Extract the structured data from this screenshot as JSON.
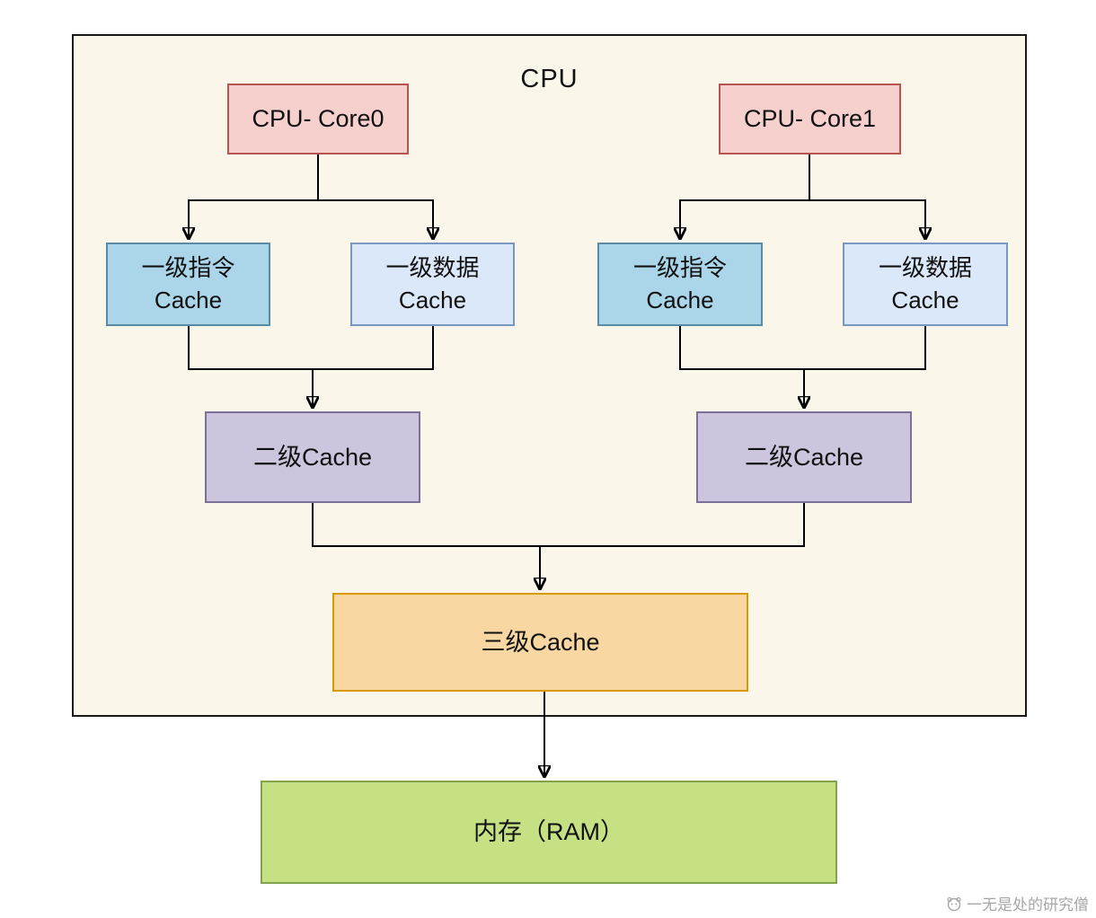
{
  "diagram": {
    "cpu_label": "CPU",
    "core0_label": "CPU- Core0",
    "core1_label": "CPU- Core1",
    "l1_instruction": {
      "line1": "一级指令",
      "line2": "Cache"
    },
    "l1_data": {
      "line1": "一级数据",
      "line2": "Cache"
    },
    "l2_label": "二级Cache",
    "l3_label": "三级Cache",
    "ram_label": "内存（RAM）"
  },
  "watermark": {
    "text": "一无是处的研究僧"
  },
  "colors": {
    "core-fill": "#f6d0cc",
    "core-border": "#b85450",
    "l1i-fill": "#abd5e9",
    "l1i-border": "#5b8aa6",
    "l1d-fill": "#dbe8f9",
    "l1d-border": "#7a97c2",
    "l2-fill": "#ccc5dd",
    "l2-border": "#7d7098",
    "l3-fill": "#f8d7a3",
    "l3-border": "#d79b00",
    "ram-fill": "#c5e183",
    "ram-border": "#82a24e",
    "cpu-fill": "#fbf6ea",
    "cpu-border": "#1a1a1a",
    "line-color": "#000000",
    "watermark-color": "#a6a6a6"
  }
}
